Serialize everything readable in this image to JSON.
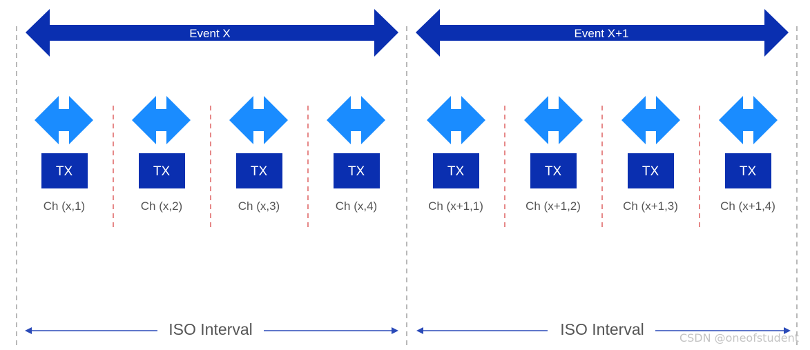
{
  "events": [
    {
      "label": "Event X",
      "iso_label": "ISO Interval",
      "channels": [
        {
          "tx": "TX",
          "label": "Ch (x,1)"
        },
        {
          "tx": "TX",
          "label": "Ch (x,2)"
        },
        {
          "tx": "TX",
          "label": "Ch (x,3)"
        },
        {
          "tx": "TX",
          "label": "Ch (x,4)"
        }
      ]
    },
    {
      "label": "Event X+1",
      "iso_label": "ISO Interval",
      "channels": [
        {
          "tx": "TX",
          "label": "Ch (x+1,1)"
        },
        {
          "tx": "TX",
          "label": "Ch (x+1,2)"
        },
        {
          "tx": "TX",
          "label": "Ch (x+1,3)"
        },
        {
          "tx": "TX",
          "label": "Ch (x+1,4)"
        }
      ]
    }
  ],
  "watermark": "CSDN @oneofstudent",
  "colors": {
    "event_arrow": "#0a2fb0",
    "tx_box": "#0a2fb0",
    "channel_icon": "#1a8cff",
    "channel_divider": "#d63a3a",
    "interval_divider": "#888888",
    "iso_arrow": "#2a4ab8",
    "label_text": "#555555"
  }
}
